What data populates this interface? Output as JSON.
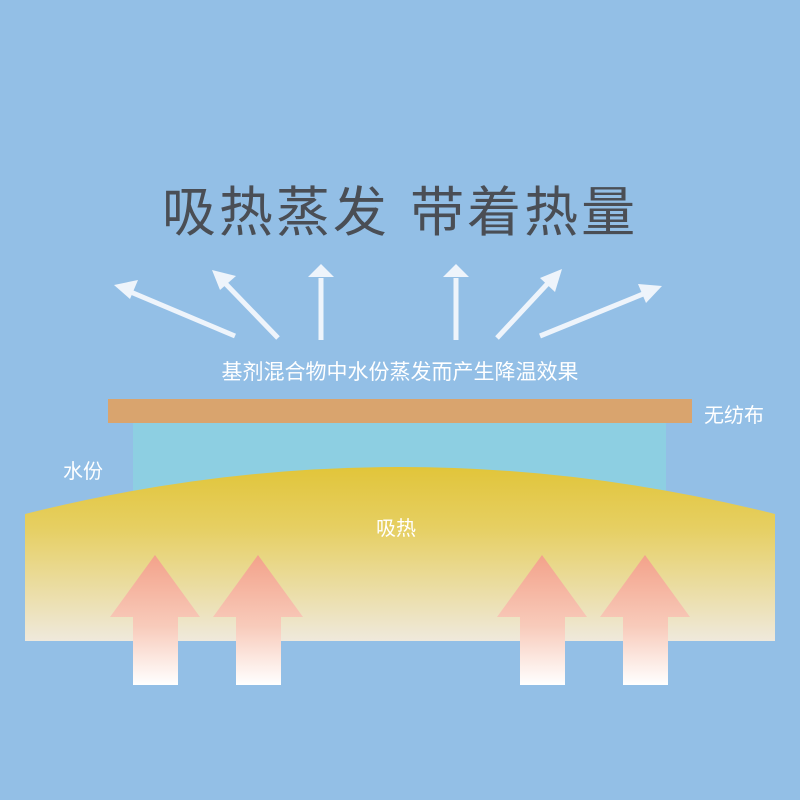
{
  "title": "吸热蒸发 带着热量",
  "caption": "基剂混合物中水份蒸发而产生降温效果",
  "layers": {
    "nonwoven": "无纺布",
    "water": "水份",
    "heat": "吸热"
  },
  "colors": {
    "background": "#93bfe6",
    "title_text": "#4a4e55",
    "nonwoven": "#d9a46e",
    "water": "#8dcfe2",
    "gel_top": "#e1c53a",
    "gel_bottom": "#efe9dc",
    "vapor_arrow": "#eef4fb",
    "heat_arrow_top": "#f3a28a",
    "heat_arrow_bottom": "#ffffff"
  }
}
